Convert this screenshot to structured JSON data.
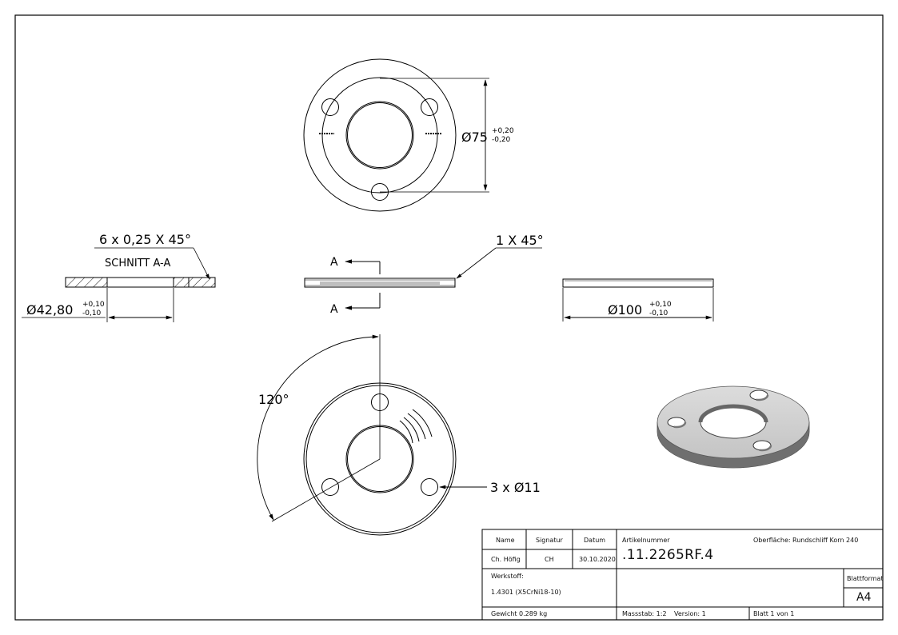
{
  "drawing": {
    "dims": {
      "d75": "Ø75",
      "d75_tol_upper": "+0,20",
      "d75_tol_lower": "-0,20",
      "chamfer_bottom": "6 x 0,25 X 45°",
      "section_label": "SCHNITT A-A",
      "d42": "Ø42,80",
      "d42_tol_upper": "+0,10",
      "d42_tol_lower": "-0,10",
      "chamfer_edge": "1 X 45°",
      "section_mark_top": "A",
      "section_mark_bottom": "A",
      "d100": "Ø100",
      "d100_tol_upper": "+0,10",
      "d100_tol_lower": "-0,10",
      "angle": "120°",
      "holes": "3 x Ø11"
    }
  },
  "title_block": {
    "headers": {
      "name": "Name",
      "signatur": "Signatur",
      "datum": "Datum",
      "artikelnummer": "Artikelnummer"
    },
    "row": {
      "name": "Ch. Höfig",
      "signatur": "CH",
      "datum": "30.10.2020"
    },
    "article_number": ".11.2265RF.4",
    "surface_label": "Oberfläche:",
    "surface_value": "Rundschliff Korn 240",
    "material_label": "Werkstoff:",
    "material_value": "1.4301 (X5CrNi18-10)",
    "format_label": "Blattformat",
    "format_value": "A4",
    "weight": "Gewicht 0.289 kg",
    "scale": "Massstab: 1:2",
    "version": "Version: 1",
    "sheet": "Blatt 1 von 1"
  }
}
